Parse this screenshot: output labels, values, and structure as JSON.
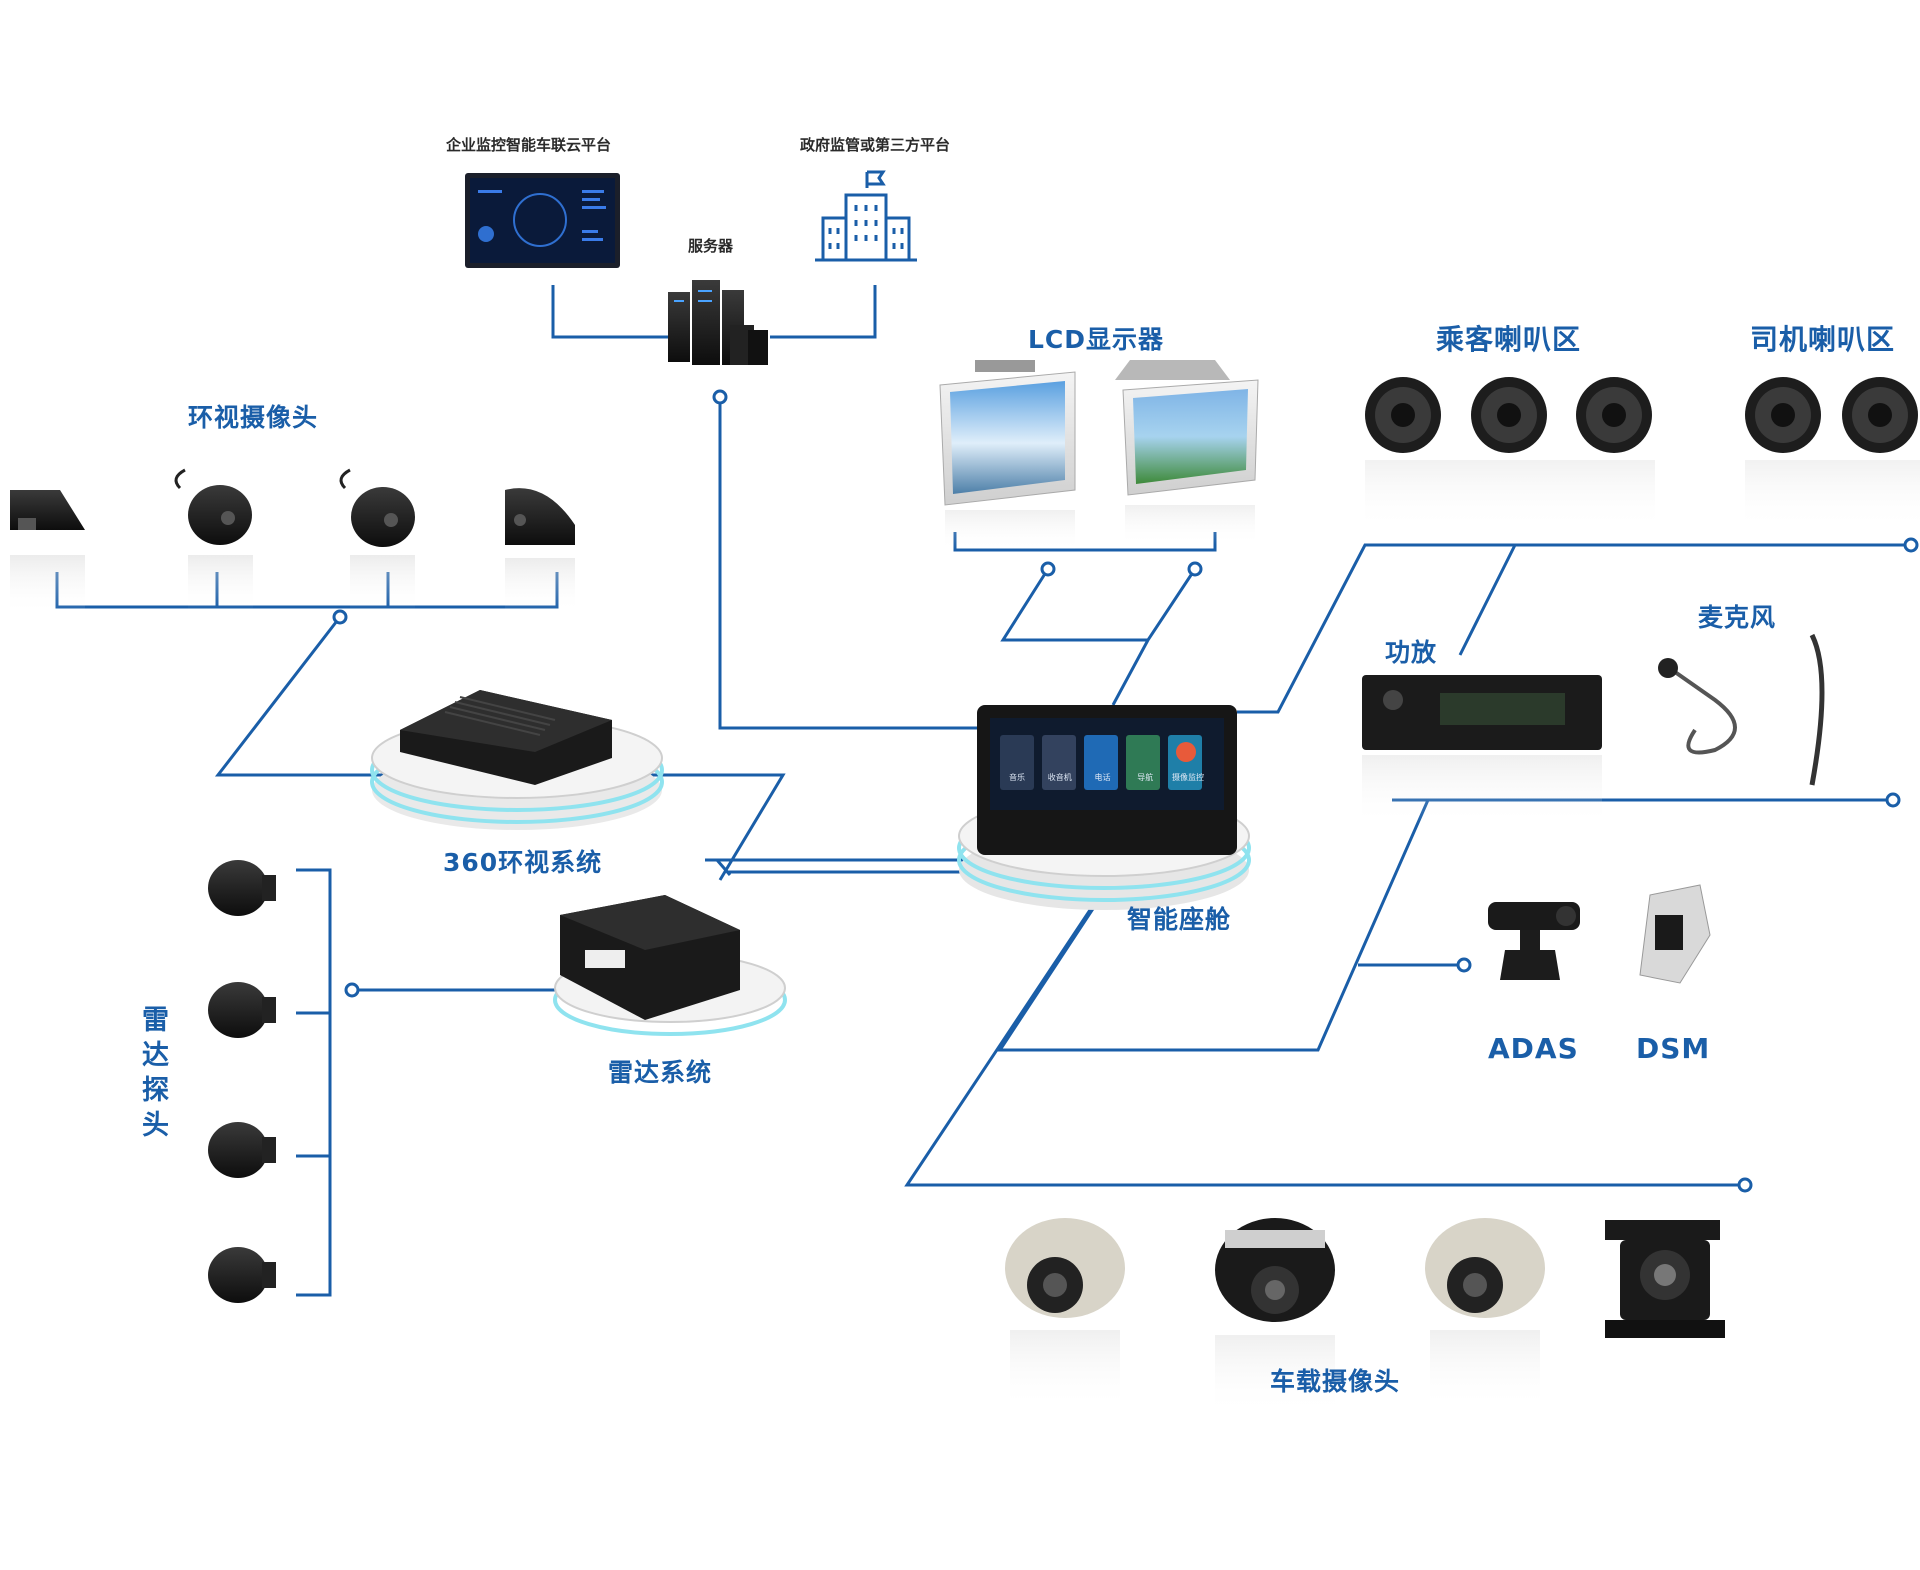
{
  "labels": {
    "enterprise_platform": "企业监控智能车联云平台",
    "gov_platform": "政府监管或第三方平台",
    "server": "服务器",
    "lcd": "LCD显示器",
    "passenger_speaker": "乘客喇叭区",
    "driver_speaker": "司机喇叭区",
    "surround_camera": "环视摄像头",
    "amplifier": "功放",
    "microphone": "麦克风",
    "surround_system": "360环视系统",
    "smart_cockpit": "智能座舱",
    "radar_probe": "雷达探头",
    "radar_system": "雷达系统",
    "adas": "ADAS",
    "dsm": "DSM",
    "vehicle_camera": "车载摄像头"
  },
  "cockpit_screen": {
    "apps": [
      "音乐",
      "收音机",
      "电话",
      "导航",
      "摄像监控"
    ]
  },
  "colors": {
    "line": "#1a5ea8",
    "label": "#1a5ea8",
    "glow": "#8fe3ef"
  }
}
